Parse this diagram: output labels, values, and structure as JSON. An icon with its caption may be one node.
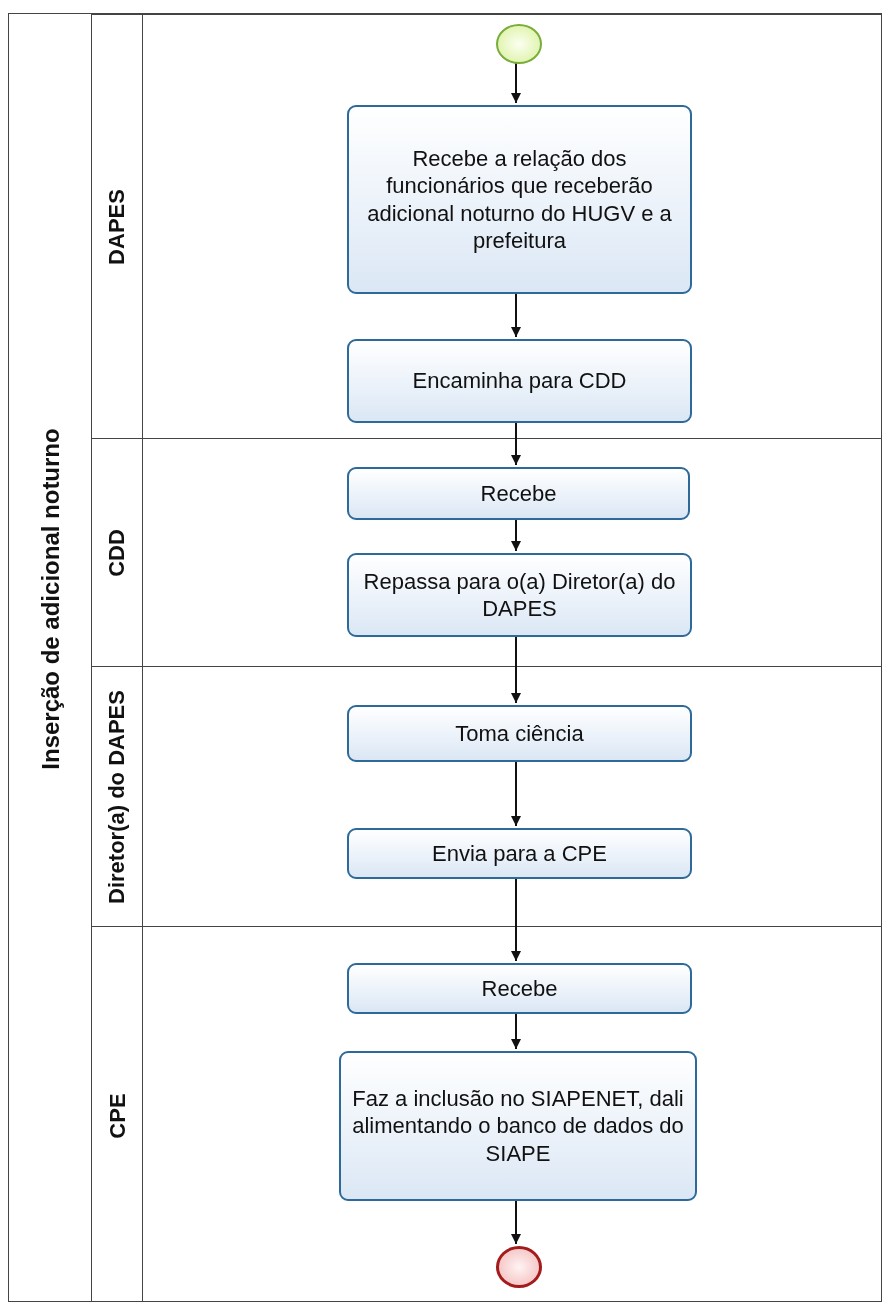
{
  "diagram": {
    "nodes": [
      {
        "text": [
          "Inserção de adicional noturno"
        ]
      },
      {
        "text": [
          "DAPES"
        ],
        "in": 0
      },
      {
        "text": [
          "CDD"
        ],
        "in": 0
      },
      {
        "text": [
          "Diretor(a) do DAPES"
        ],
        "in": 0
      },
      {
        "text": [
          "CPE"
        ],
        "in": 0
      },
      {
        "text": [],
        "shape": "circle",
        "in": 1
      },
      {
        "text": [
          "Recebe a relação dos funcionários que receberão adicional noturno do HUGV e a prefeitura"
        ],
        "in": 1
      },
      {
        "text": [
          "Encaminha para CDD"
        ],
        "in": 1
      },
      {
        "text": [
          "Recebe"
        ],
        "in": 2
      },
      {
        "text": [
          "Repassa para o(a) Diretor(a) do DAPES"
        ],
        "in": 2
      },
      {
        "text": [
          "Toma ciência"
        ],
        "in": 3
      },
      {
        "text": [
          "Envia para a CPE"
        ],
        "in": 3
      },
      {
        "text": [
          "Recebe"
        ],
        "in": 4
      },
      {
        "text": [
          "Faz a inclusão no SIAPENET, dali alimentando o banco de dados do SIAPE"
        ],
        "in": 4
      },
      {
        "text": [],
        "shape": "circle",
        "in": 4
      }
    ],
    "edges": [
      {
        "from": 5,
        "to": 6,
        "arrow": "to"
      },
      {
        "from": 6,
        "to": 7,
        "arrow": "to"
      },
      {
        "from": 7,
        "to": 8,
        "arrow": "to"
      },
      {
        "from": 8,
        "to": 9,
        "arrow": "to"
      },
      {
        "from": 9,
        "to": 10,
        "arrow": "to"
      },
      {
        "from": 10,
        "to": 11,
        "arrow": "to"
      },
      {
        "from": 11,
        "to": 12,
        "arrow": "to"
      },
      {
        "from": 12,
        "to": 13,
        "arrow": "to"
      },
      {
        "from": 13,
        "to": 14,
        "arrow": "to"
      }
    ]
  }
}
